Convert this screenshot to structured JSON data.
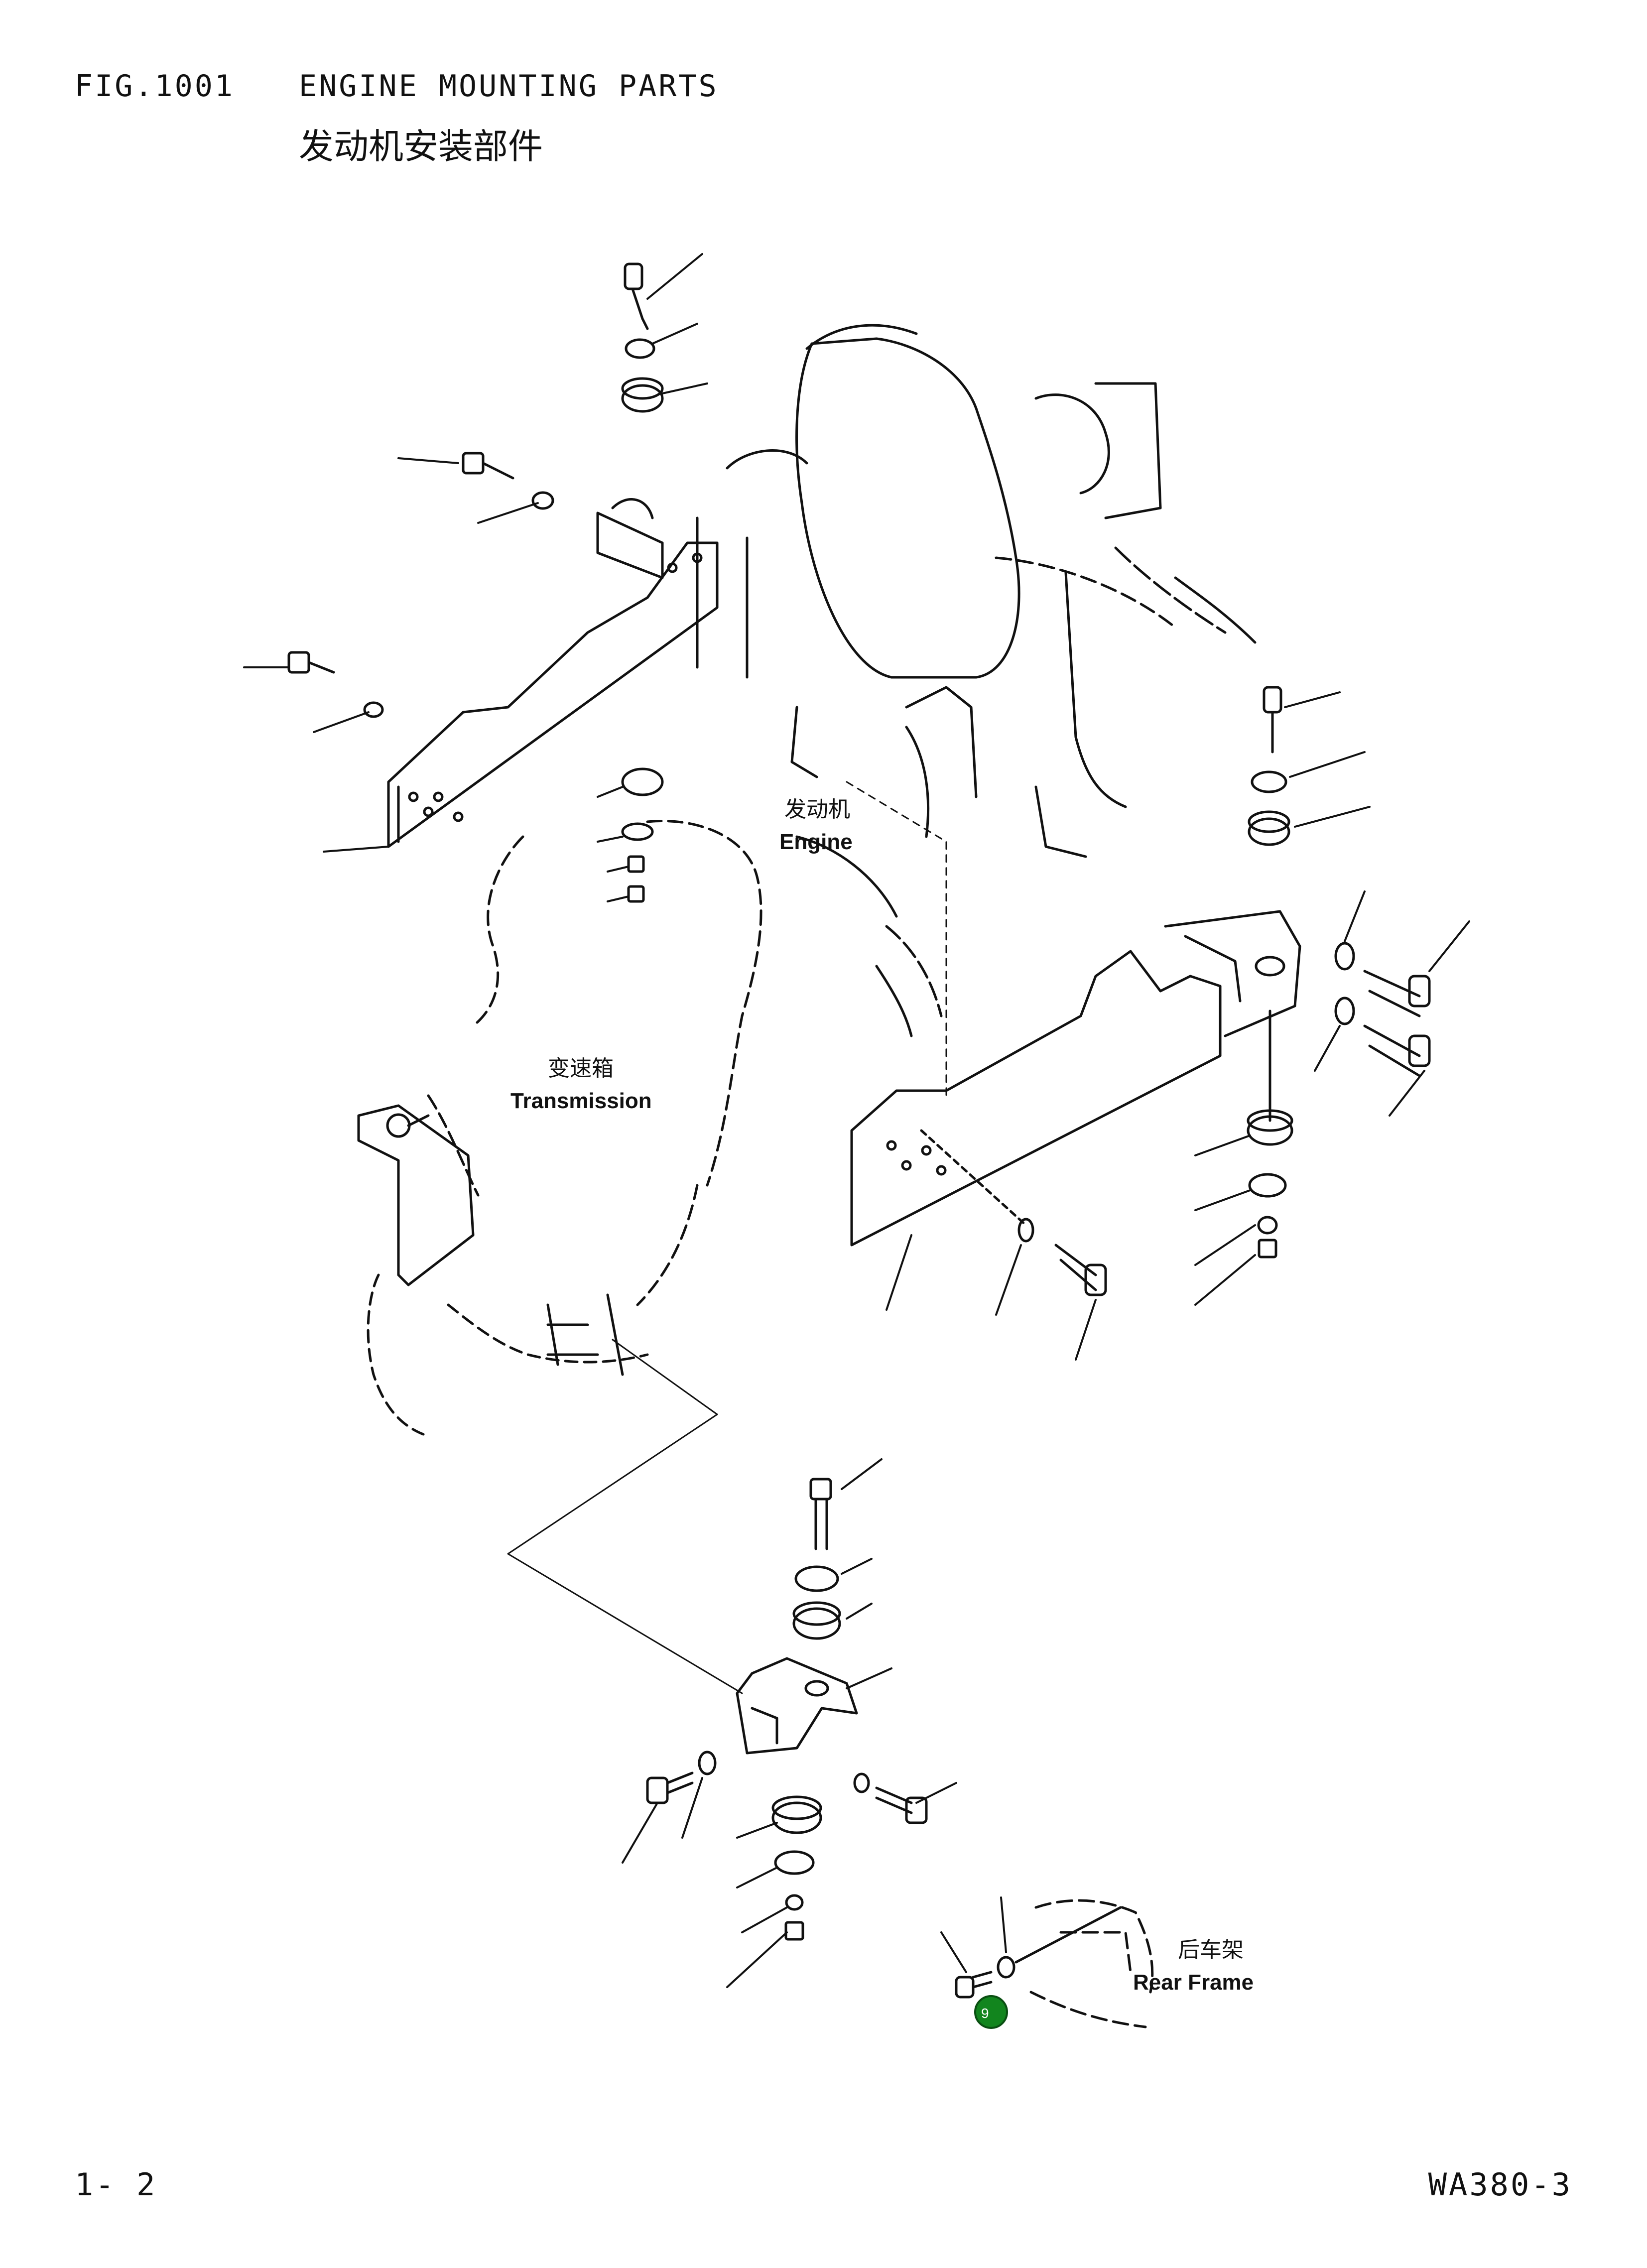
{
  "header": {
    "figure_number": "FIG.1001",
    "title_en": "ENGINE MOUNTING PARTS",
    "title_cn": "发动机安装部件"
  },
  "labels": {
    "engine_cn": "发动机",
    "engine_en": "Engine",
    "transmission_cn": "变速箱",
    "transmission_en": "Transmission",
    "rear_frame_cn": "后车架",
    "rear_frame_en": "Rear Frame"
  },
  "callout": {
    "number": "9",
    "color": "#12851e"
  },
  "footer": {
    "page": "1-  2",
    "model": "WA380-3"
  }
}
